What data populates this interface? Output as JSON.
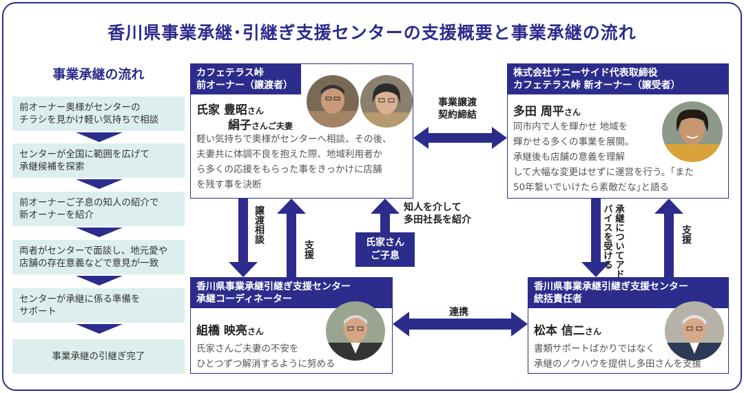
{
  "title": "香川県事業承継･引継ぎ支援センターの支援概要と事業承継の流れ",
  "flow": {
    "title": "事業承継の流れ",
    "steps": [
      "前オーナー奥様がセンターの\nチラシを見かけ軽い気持ちで相談",
      "センターが全国に範囲を広げて\n承継候補を探索",
      "前オーナーご子息の知人の紹介で\n新オーナーを紹介",
      "両者がセンターで面談し、地元愛や\n店舗の存在意義などで意見が一致",
      "センターが承継に係る準備を\nサポート",
      "事業承継の引継ぎ完了"
    ]
  },
  "former_owner": {
    "header_line1": "カフェテラス峠",
    "header_line2": "前オーナー（譲渡者）",
    "name_line1": "氏家 豊昭",
    "name_line1_suffix": "さん",
    "name_line2": "絹子",
    "name_line2_suffix": "さんご夫妻",
    "desc": "軽い気持ちで奥様がセンターへ相談。その後、\n夫妻共に体調不良を抱えた際、地域利用者か\nら多くの応援をもらった事をきっかけに店舗\nを残す事を決断"
  },
  "new_owner": {
    "header_line1": "株式会社サニーサイド代表取締役",
    "header_line2": "カフェテラス峠 新オーナー（譲受者）",
    "name": "多田 周平",
    "name_suffix": "さん",
    "desc": "同市内で人を輝かせ 地域を\n輝かせる多くの事業を展開。\n承継後も店舗の意義を理解\nして大幅な変更はせずに運営を行う。｢また\n50年繋いでいけたら素敵だな｣と語る"
  },
  "coordinator": {
    "header_line1": "香川県事業承継引継ぎ支援センター",
    "header_line2": "承継コーディネーター",
    "name": "組橋 映亮",
    "name_suffix": "さん",
    "desc": "氏家さんご夫妻の不安を\nひとつずつ解消するように努める"
  },
  "manager": {
    "header_line1": "香川県事業承継引継ぎ支援センター",
    "header_line2": "統括責任者",
    "name": "松本 信二",
    "name_suffix": "さん",
    "desc": "書類サポートばかりではなく\n承継のノウハウを提供し多田さんを支援"
  },
  "arrows": {
    "contract": "事業譲渡\n契約締結",
    "transfer_consult": "譲渡相談",
    "support_left": "支援",
    "introduce": "知人を介して\n多田社長を紹介",
    "son_box": "氏家さん\nご子息",
    "cooperation": "連携",
    "advice_received": "承継についてアドバイスを受ける",
    "support_right": "支援"
  },
  "colors": {
    "navy": "#2c2c8c",
    "step_bg": "#dcefee"
  }
}
